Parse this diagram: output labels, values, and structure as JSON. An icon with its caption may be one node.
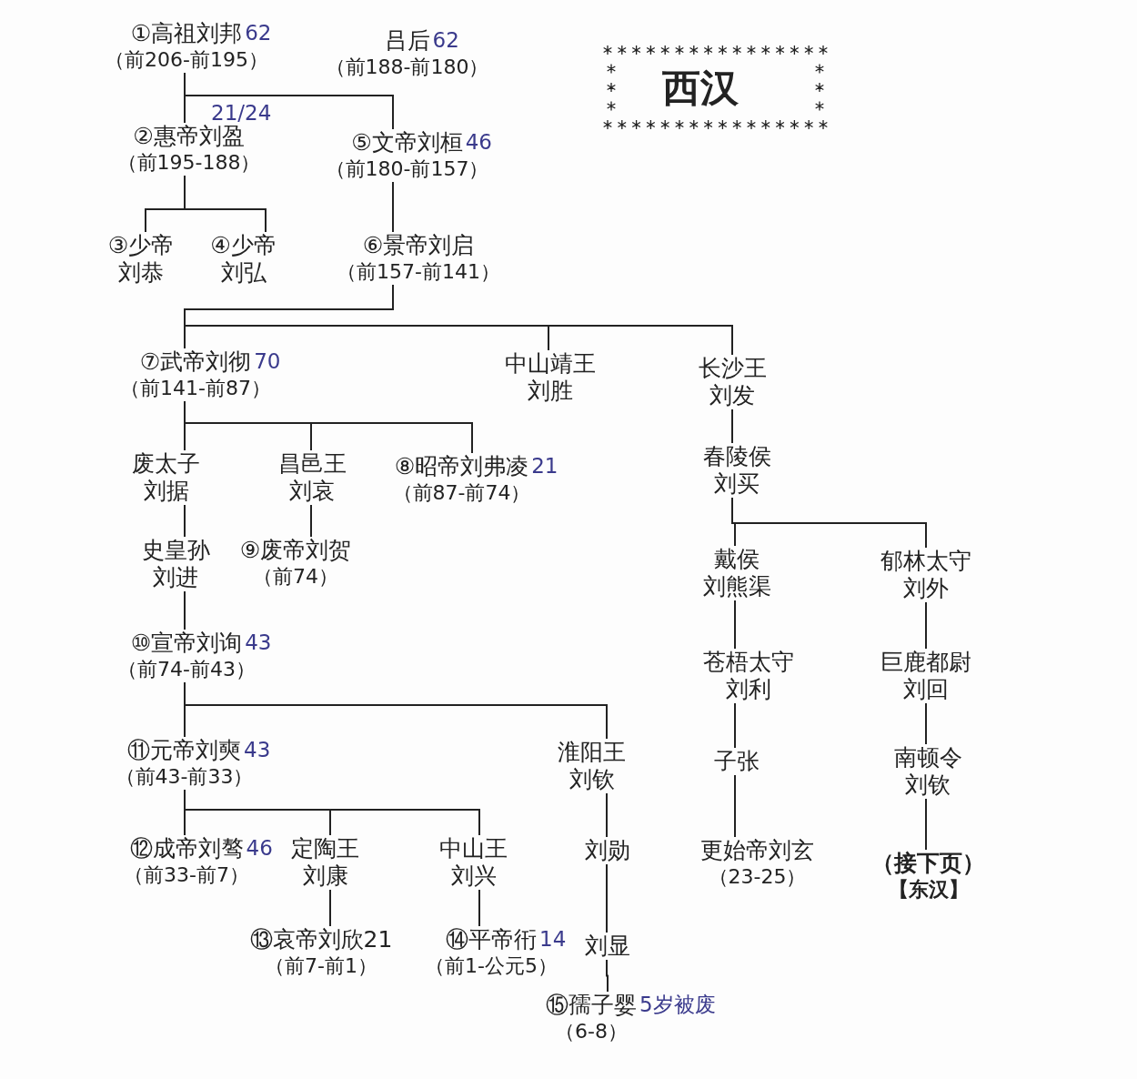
{
  "diagram": {
    "title": "西汉",
    "nodes": [
      {
        "text": [
          "①高祖刘邦",
          "（前206-前195）"
        ],
        "beside": [
          "62"
        ]
      },
      {
        "text": [
          "吕后",
          "（前188-前180）"
        ],
        "beside": [
          "62"
        ]
      },
      {
        "text": [
          "②惠帝刘盈",
          "（前195-188）"
        ],
        "beside": [
          "21/24"
        ]
      },
      {
        "text": [
          "⑤文帝刘桓",
          "（前180-前157）"
        ],
        "beside": [
          "46"
        ]
      },
      {
        "text": [
          "③少帝",
          "刘恭"
        ]
      },
      {
        "text": [
          "④少帝",
          "刘弘"
        ]
      },
      {
        "text": [
          "⑥景帝刘启",
          "（前157-前141）"
        ]
      },
      {
        "text": [
          "⑦武帝刘彻",
          "（前141-前87）"
        ],
        "beside": [
          "70"
        ]
      },
      {
        "text": [
          "中山靖王",
          "刘胜"
        ]
      },
      {
        "text": [
          "长沙王",
          "刘发"
        ]
      },
      {
        "text": [
          "废太子",
          "刘据"
        ]
      },
      {
        "text": [
          "昌邑王",
          "刘哀"
        ]
      },
      {
        "text": [
          "⑧昭帝刘弗凌",
          "（前87-前74）"
        ],
        "beside": [
          "21"
        ]
      },
      {
        "text": [
          "春陵侯",
          "刘买"
        ]
      },
      {
        "text": [
          "史皇孙",
          "刘进"
        ]
      },
      {
        "text": [
          "⑨废帝刘贺",
          "（前74）"
        ]
      },
      {
        "text": [
          "戴侯",
          "刘熊渠"
        ]
      },
      {
        "text": [
          "郁林太守",
          "刘外"
        ]
      },
      {
        "text": [
          "⑩宣帝刘询",
          "（前74-前43）"
        ],
        "beside": [
          "43"
        ]
      },
      {
        "text": [
          "苍梧太守",
          "刘利"
        ]
      },
      {
        "text": [
          "巨鹿都尉",
          "刘回"
        ]
      },
      {
        "text": [
          "⑪元帝刘奭",
          "（前43-前33）"
        ],
        "beside": [
          "43"
        ]
      },
      {
        "text": [
          "淮阳王",
          "刘钦"
        ]
      },
      {
        "text": [
          "子张"
        ]
      },
      {
        "text": [
          "南顿令",
          "刘钦"
        ]
      },
      {
        "text": [
          "⑫成帝刘骜",
          "（前33-前7）"
        ],
        "beside": [
          "46"
        ]
      },
      {
        "text": [
          "定陶王",
          "刘康"
        ]
      },
      {
        "text": [
          "中山王",
          "刘兴"
        ]
      },
      {
        "text": [
          "刘勋"
        ]
      },
      {
        "text": [
          "更始帝刘玄",
          "（23-25）"
        ]
      },
      {
        "text": [
          "（接下页）",
          "【东汉】"
        ]
      },
      {
        "text": [
          "⑬哀帝刘欣21",
          "（前7-前1）"
        ]
      },
      {
        "text": [
          "⑭平帝衎",
          "（前1-公元5）"
        ],
        "beside": [
          "14"
        ]
      },
      {
        "text": [
          "刘显"
        ]
      },
      {
        "text": [
          "⑮孺子婴",
          "（6-8）"
        ],
        "beside": [
          "5岁被废"
        ]
      }
    ],
    "edges": [
      {
        "from": 0,
        "to": 2,
        "arrow": "none"
      },
      {
        "from": 0,
        "to": 3,
        "arrow": "none"
      },
      {
        "from": 2,
        "to": 4,
        "arrow": "none"
      },
      {
        "from": 2,
        "to": 5,
        "arrow": "none"
      },
      {
        "from": 3,
        "to": 6,
        "arrow": "none"
      },
      {
        "from": 6,
        "to": 7,
        "arrow": "none"
      },
      {
        "from": 6,
        "to": 8,
        "arrow": "none"
      },
      {
        "from": 6,
        "to": 9,
        "arrow": "none"
      },
      {
        "from": 7,
        "to": 10,
        "arrow": "none"
      },
      {
        "from": 7,
        "to": 11,
        "arrow": "none"
      },
      {
        "from": 7,
        "to": 12,
        "arrow": "none"
      },
      {
        "from": 9,
        "to": 13,
        "arrow": "none"
      },
      {
        "from": 10,
        "to": 14,
        "arrow": "none"
      },
      {
        "from": 11,
        "to": 15,
        "arrow": "none"
      },
      {
        "from": 13,
        "to": 16,
        "arrow": "none"
      },
      {
        "from": 13,
        "to": 17,
        "arrow": "none"
      },
      {
        "from": 14,
        "to": 18,
        "arrow": "none"
      },
      {
        "from": 16,
        "to": 19,
        "arrow": "none"
      },
      {
        "from": 17,
        "to": 20,
        "arrow": "none"
      },
      {
        "from": 18,
        "to": 21,
        "arrow": "none"
      },
      {
        "from": 18,
        "to": 22,
        "arrow": "none"
      },
      {
        "from": 19,
        "to": 23,
        "arrow": "none"
      },
      {
        "from": 20,
        "to": 24,
        "arrow": "none"
      },
      {
        "from": 21,
        "to": 25,
        "arrow": "none"
      },
      {
        "from": 21,
        "to": 26,
        "arrow": "none"
      },
      {
        "from": 21,
        "to": 27,
        "arrow": "none"
      },
      {
        "from": 22,
        "to": 28,
        "arrow": "none"
      },
      {
        "from": 23,
        "to": 29,
        "arrow": "none"
      },
      {
        "from": 24,
        "to": 30,
        "arrow": "none"
      },
      {
        "from": 26,
        "to": 31,
        "arrow": "none"
      },
      {
        "from": 27,
        "to": 32,
        "arrow": "none"
      },
      {
        "from": 28,
        "to": 33,
        "arrow": "none"
      },
      {
        "from": 33,
        "to": 34,
        "arrow": "none"
      }
    ]
  }
}
